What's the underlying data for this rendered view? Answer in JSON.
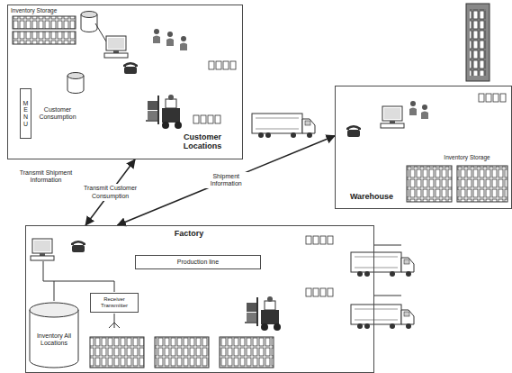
{
  "diagram": {
    "nodes": [
      {
        "text": [
          "Customer Locations"
        ]
      },
      {
        "text": [
          "MENU"
        ],
        "in": 0
      },
      {
        "text": [
          "Warehouse"
        ]
      },
      {
        "text": [
          "Factory"
        ]
      },
      {
        "text": [
          "Production line"
        ],
        "in": 3
      },
      {
        "text": [
          "Receiver Transmitter"
        ],
        "in": 3
      },
      {
        "text": [
          "Inventory All Locations"
        ],
        "in": 3
      }
    ],
    "edges": [
      {
        "from": 0,
        "to": 3,
        "arrow": "both",
        "label": "Transmit Customer Consumption"
      },
      {
        "from": 3,
        "to": 2,
        "arrow": "both",
        "label": "Shipment Information"
      }
    ],
    "labels": [
      "Inventory Storage",
      "Customer Consumption",
      "Transmit Shipment Information",
      "Inventory Storage"
    ]
  }
}
